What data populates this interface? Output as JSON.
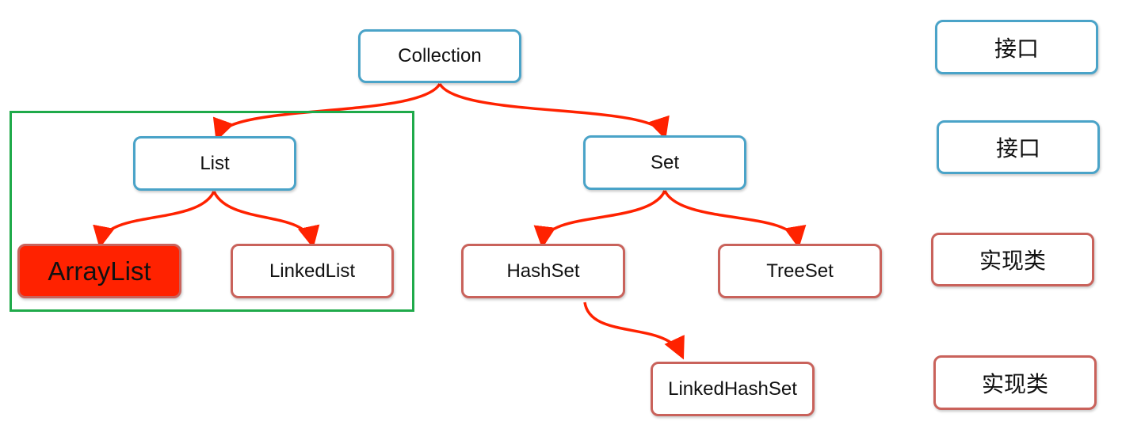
{
  "nodes": {
    "collection": "Collection",
    "list": "List",
    "set": "Set",
    "arraylist": "ArrayList",
    "linkedlist": "LinkedList",
    "hashset": "HashSet",
    "treeset": "TreeSet",
    "linkedhashset": "LinkedHashSet"
  },
  "legend": {
    "row1": "接口",
    "row2": "接口",
    "row3": "实现类",
    "row4": "实现类"
  },
  "edges": [
    {
      "from": "Collection",
      "to": "List"
    },
    {
      "from": "Collection",
      "to": "Set"
    },
    {
      "from": "List",
      "to": "ArrayList"
    },
    {
      "from": "List",
      "to": "LinkedList"
    },
    {
      "from": "Set",
      "to": "HashSet"
    },
    {
      "from": "Set",
      "to": "TreeSet"
    },
    {
      "from": "HashSet",
      "to": "LinkedHashSet"
    }
  ],
  "colors": {
    "interface_border": "#4aa3c8",
    "class_border": "#c9625b",
    "arrow": "#ff2200",
    "highlight_fill": "#ff2200",
    "group_border": "#1faa4a"
  }
}
